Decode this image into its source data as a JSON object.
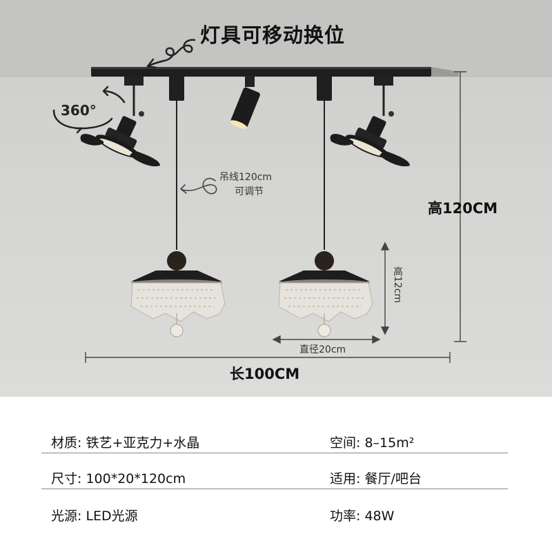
{
  "headline": "灯具可移动换位",
  "labels": {
    "rotation": "360°",
    "cord_line1": "吊线120cm",
    "cord_line2": "可调节",
    "height": "高120CM",
    "length": "长100CM",
    "diameter": "直径20cm",
    "shade_height": "高12cm"
  },
  "specs": [
    {
      "left": "材质: 铁艺+亚克力+水晶",
      "right": "空间: 8–15m²"
    },
    {
      "left": "尺寸: 100*20*120cm",
      "right": "适用: 餐厅/吧台"
    },
    {
      "left": "光源: LED光源",
      "right": "功率: 48W"
    }
  ],
  "colors": {
    "ceiling": "#c4c4c2",
    "wall": "#d6d6d4",
    "fixture_black": "#1e1e1e",
    "text": "#111111"
  }
}
